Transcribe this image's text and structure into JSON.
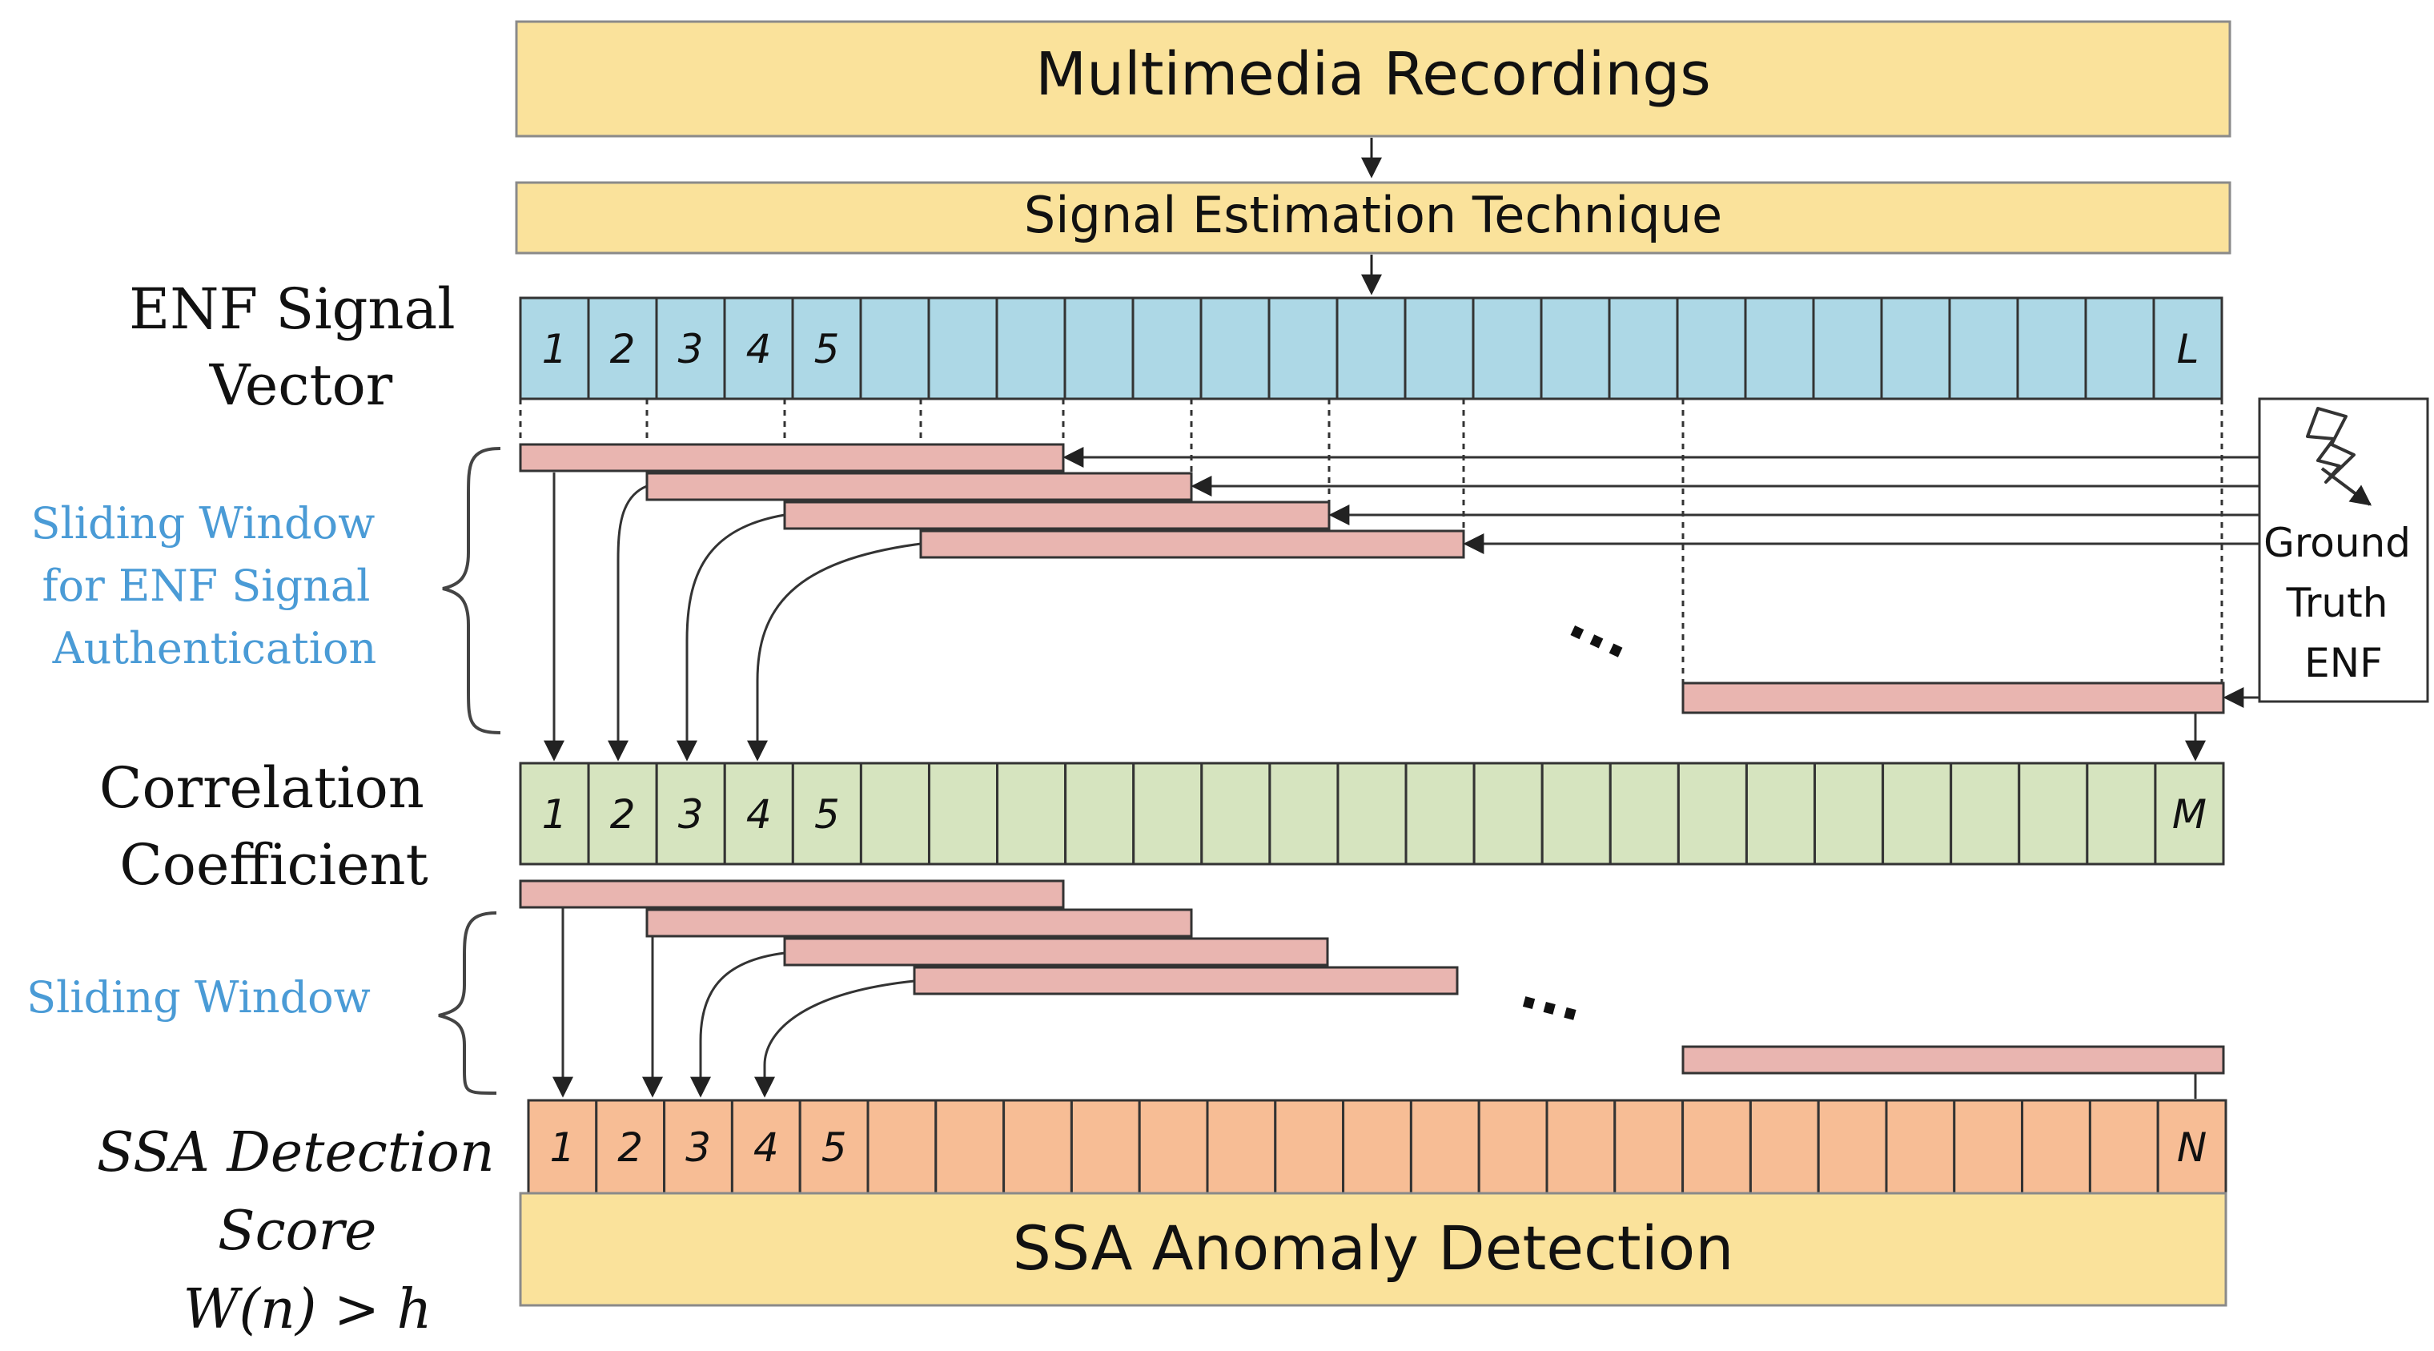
{
  "blocks": {
    "multimedia": "Multimedia Recordings",
    "estimation": "Signal Estimation Technique",
    "ssa_anomaly": "SSA Anomaly Detection"
  },
  "labels": {
    "enf_signal_vector": [
      "ENF Signal",
      "Vector"
    ],
    "sliding_window_auth": [
      "Sliding Window",
      "for ENF Signal",
      "Authentication"
    ],
    "correlation_coefficient": [
      "Correlation",
      "Coefficient"
    ],
    "sliding_window": "Sliding Window",
    "ssa_detection_score": [
      "SSA Detection",
      "Score",
      "W(n) > h"
    ]
  },
  "ground_truth": [
    "Ground",
    "Truth",
    "ENF"
  ],
  "vectors": {
    "enf": {
      "cells": 25,
      "labels": [
        "1",
        "2",
        "3",
        "4",
        "5"
      ],
      "last": "L",
      "color": "#add8e6"
    },
    "correlation": {
      "cells": 25,
      "labels": [
        "1",
        "2",
        "3",
        "4",
        "5"
      ],
      "last": "M",
      "color": "#d6e4bf"
    },
    "ssa": {
      "cells": 25,
      "labels": [
        "1",
        "2",
        "3",
        "4",
        "5"
      ],
      "last": "N",
      "color": "#f7bd95"
    }
  },
  "ellipsis": "...",
  "colors": {
    "block_fill": "#fae29b",
    "window_fill": "#e9b5b0",
    "label_blue": "#4a9bd6",
    "line": "#222222"
  }
}
